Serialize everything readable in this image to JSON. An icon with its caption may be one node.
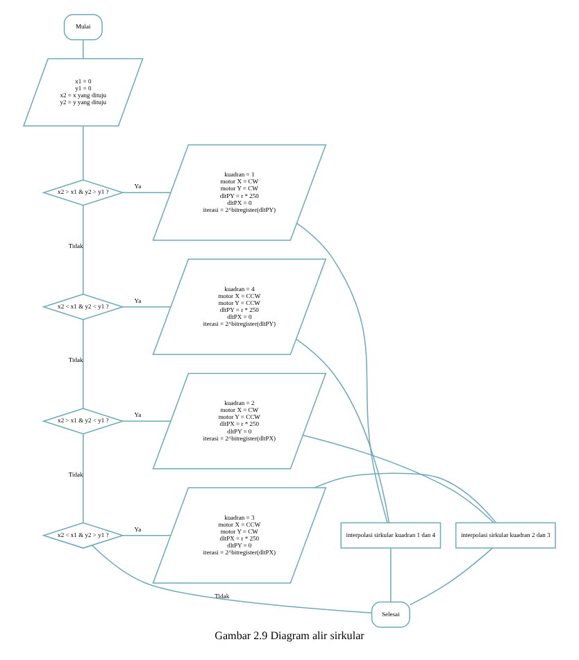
{
  "diagram": {
    "caption": "Gambar 2.9 Diagram alir sirkular",
    "nodes": [
      {
        "text": [
          "Mulai"
        ]
      },
      {
        "text": [
          "x1 = 0",
          "y1 = 0",
          "x2 = x yang dituju",
          "y2 = y yang dituju"
        ]
      },
      {
        "text": [
          "x2 > x1 & y2 > y1 ?"
        ]
      },
      {
        "text": [
          "kuadran = 1",
          "motor X = CW",
          "motor Y = CW",
          "dltPY = r * 250",
          "dltPX = 0",
          "iterasi = 2^bitregister(dltPY)"
        ]
      },
      {
        "text": [
          "x2 < x1 & y2 < y1 ?"
        ]
      },
      {
        "text": [
          "kuadran = 4",
          "motor X = CCW",
          "motor Y = CCW",
          "dltPY = r * 250",
          "dltPX = 0",
          "iterasi = 2^bitregister(dltPY)"
        ]
      },
      {
        "text": [
          "x2 > x1 & y2 < y1 ?"
        ]
      },
      {
        "text": [
          "kuadran = 2",
          "motor X = CW",
          "motor Y = CCW",
          "dltPX = r * 250",
          "dltPY = 0",
          "iterasi = 2^bitregister(dltPX)"
        ]
      },
      {
        "text": [
          "x2 < x1 & y2 > y1 ?"
        ]
      },
      {
        "text": [
          "kuadran = 3",
          "motor X = CCW",
          "motor Y = CW",
          "dltPX = r * 250",
          "dltPY = 0",
          "iterasi = 2^bitregister(dltPX)"
        ]
      },
      {
        "text": [
          "interpolasi sirkular kuadran 1 dan 4"
        ]
      },
      {
        "text": [
          "interpolasi sirkular kuadran 2 dan 3"
        ]
      },
      {
        "text": [
          "Selesai"
        ]
      }
    ],
    "edges": [
      {
        "from": 0,
        "to": 1,
        "arrow": "none"
      },
      {
        "from": 1,
        "to": 2,
        "arrow": "none"
      },
      {
        "from": 2,
        "to": 3,
        "arrow": "none",
        "label": "Ya"
      },
      {
        "from": 2,
        "to": 4,
        "arrow": "none",
        "label": "Tidak"
      },
      {
        "from": 4,
        "to": 5,
        "arrow": "none",
        "label": "Ya"
      },
      {
        "from": 4,
        "to": 6,
        "arrow": "none",
        "label": "Tidak"
      },
      {
        "from": 6,
        "to": 7,
        "arrow": "none",
        "label": "Ya"
      },
      {
        "from": 6,
        "to": 8,
        "arrow": "none",
        "label": "Tidak"
      },
      {
        "from": 8,
        "to": 9,
        "arrow": "none",
        "label": "Ya"
      },
      {
        "from": 8,
        "to": 12,
        "arrow": "none",
        "label": "Tidak"
      },
      {
        "from": 3,
        "to": 10,
        "arrow": "none"
      },
      {
        "from": 5,
        "to": 10,
        "arrow": "none"
      },
      {
        "from": 7,
        "to": 11,
        "arrow": "none"
      },
      {
        "from": 9,
        "to": 11,
        "arrow": "none"
      },
      {
        "from": 10,
        "to": 12,
        "arrow": "none"
      },
      {
        "from": 11,
        "to": 12,
        "arrow": "none"
      }
    ]
  }
}
